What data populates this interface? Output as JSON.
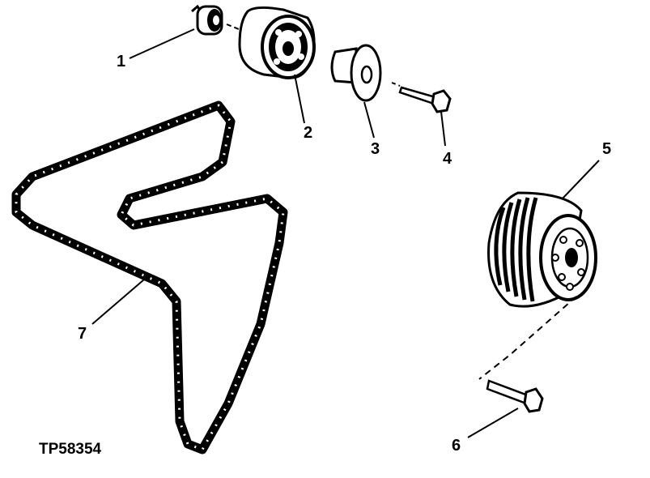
{
  "figure_id": "TP58354",
  "callouts": [
    {
      "number": "1",
      "part": "idler pulley cap"
    },
    {
      "number": "2",
      "part": "idler pulley"
    },
    {
      "number": "3",
      "part": "spacer bushing"
    },
    {
      "number": "4",
      "part": "cap screw"
    },
    {
      "number": "5",
      "part": "crankshaft pulley"
    },
    {
      "number": "6",
      "part": "cap screw"
    },
    {
      "number": "7",
      "part": "drive belt"
    }
  ],
  "colors": {
    "ink": "#000000",
    "background": "#ffffff"
  }
}
